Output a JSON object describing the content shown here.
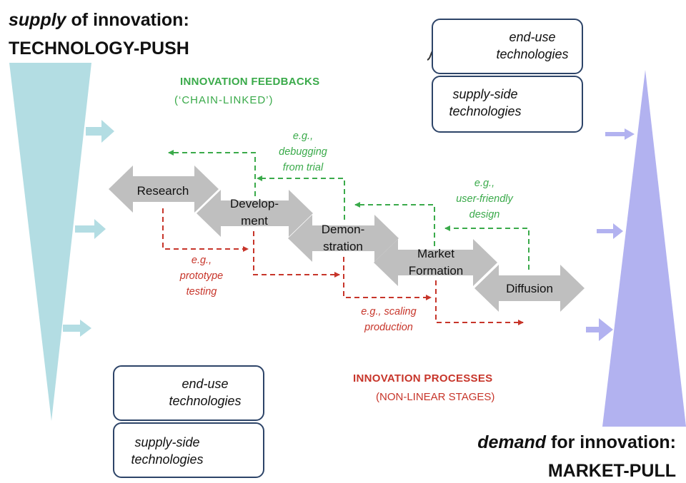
{
  "push": {
    "line1_italic": "supply",
    "line1_rest": " of innovation:",
    "line2": "TECHNOLOGY-PUSH"
  },
  "pull": {
    "line1_italic": "demand",
    "line1_rest": " for innovation:",
    "line2": "MARKET-PULL"
  },
  "feedbacks": {
    "title": "INNOVATION FEEDBACKS",
    "subtitle": "(‘CHAIN-LINKED’)"
  },
  "processes": {
    "title": "INNOVATION PROCESSES",
    "subtitle": "(NON-LINEAR STAGES)"
  },
  "stages": [
    {
      "lines": [
        "Research"
      ]
    },
    {
      "lines": [
        "Develop-",
        "ment"
      ]
    },
    {
      "lines": [
        "Demon-",
        "stration"
      ]
    },
    {
      "lines": [
        "Market",
        "Formation"
      ]
    },
    {
      "lines": [
        "Diffusion"
      ]
    }
  ],
  "feedback_notes": [
    {
      "lines": [
        "e.g.,",
        "debugging",
        "from trial"
      ]
    },
    {
      "lines": [
        "e.g.,",
        "user-friendly",
        "design"
      ]
    }
  ],
  "process_notes": [
    {
      "lines": [
        "e.g.,",
        "prototype",
        "testing"
      ]
    },
    {
      "lines": [
        "e.g., scaling",
        "production"
      ]
    }
  ],
  "top_boxes": [
    {
      "lines": [
        "end-use",
        "technologies"
      ],
      "icon": "car-icon"
    },
    {
      "lines": [
        "supply-side",
        "technologies"
      ],
      "icon": "oil-derrick-icon"
    }
  ],
  "bottom_boxes": [
    {
      "lines": [
        "end-use",
        "technologies"
      ],
      "icon": "light-bulb-icon"
    },
    {
      "lines": [
        "supply-side",
        "technologies"
      ],
      "icon": "power-grid-icon"
    }
  ],
  "colors": {
    "push_wedge": "#b3dde3",
    "pull_wedge": "#b2b2f0",
    "stage_arrow": "#bfbfbf",
    "feedback": "#3aaa4a",
    "process": "#c7352a",
    "box_border": "#2d4468"
  }
}
